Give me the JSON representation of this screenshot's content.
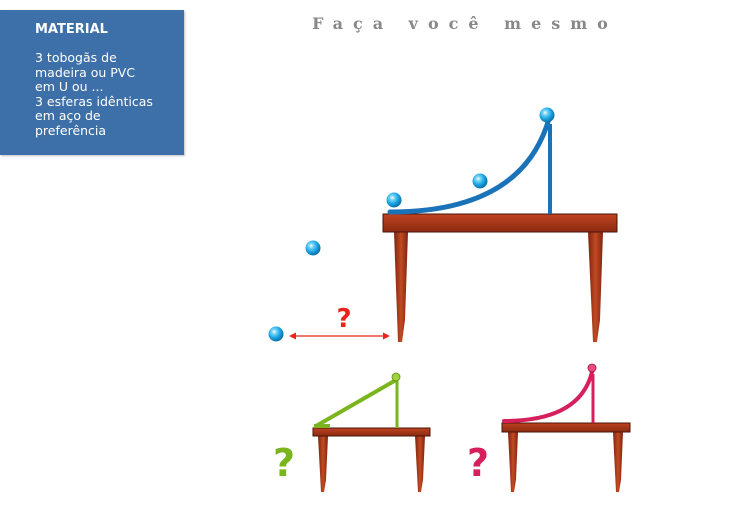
{
  "title": "Faça você mesmo",
  "material": {
    "heading": "MATERIAL",
    "lines": [
      "3 tobogãs de",
      "madeira ou PVC",
      "em U ou ...",
      "3 esferas idênticas",
      "em aço de",
      "preferência"
    ]
  },
  "questions": {
    "distance_mark": "?",
    "ramp_mark": "?",
    "curve_mark": "?"
  },
  "colors": {
    "panel": "#3d6fa8",
    "table_top": "#b0361c",
    "table_leg": "#b53a1a",
    "blue_track": "#1a73b8",
    "ball": "#1ba8e6",
    "green": "#7ab51d",
    "magenta": "#d61f5d",
    "red_question": "#e8231d",
    "arrow": "#e8231d"
  }
}
